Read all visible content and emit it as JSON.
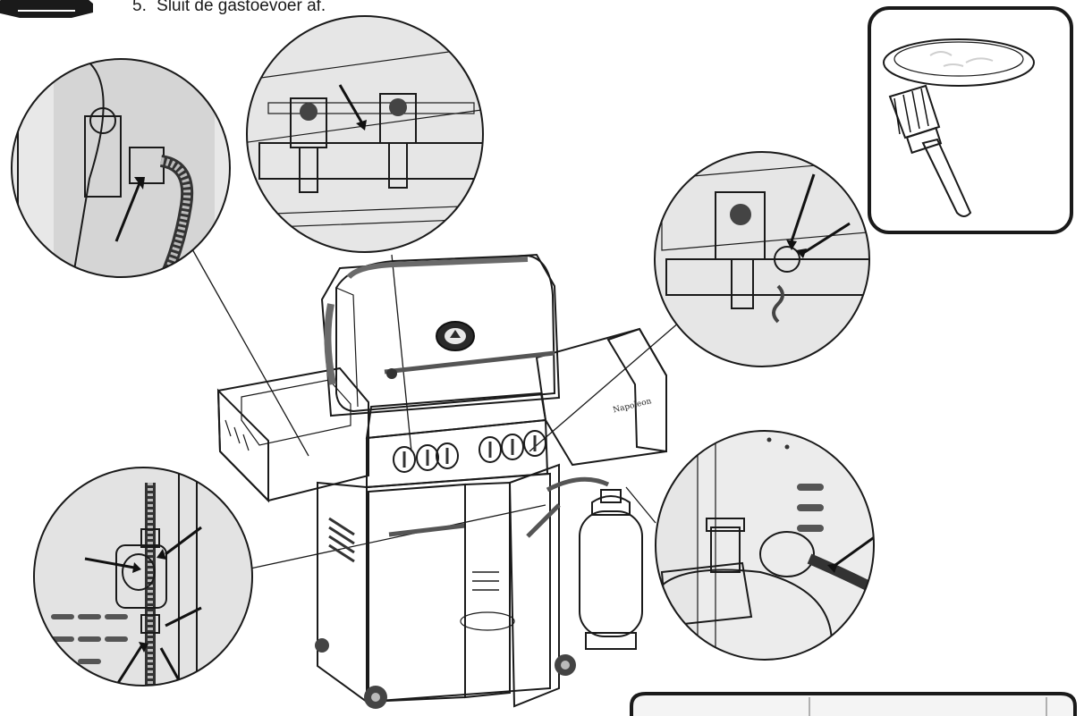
{
  "step": {
    "number": "5.",
    "text": "Sluit de gastoevoer af."
  },
  "icons": {
    "warning": "warning-octagon-icon",
    "bowl": "soap-bowl-icon",
    "brush": "brush-icon"
  },
  "colors": {
    "outline": "#1a1a1a",
    "steel": "#c9c9c9",
    "dark_steel": "#6e6e6e",
    "background": "#ffffff"
  },
  "grill": {
    "lid_badge": "Napoleon logo",
    "brand_plate": "Napoleon"
  },
  "detail_views": [
    {
      "id": "detail-gas-inlet-hose"
    },
    {
      "id": "detail-burner-valves"
    },
    {
      "id": "detail-side-burner-valve"
    },
    {
      "id": "detail-regulator-fittings"
    },
    {
      "id": "detail-tank-regulator"
    }
  ]
}
